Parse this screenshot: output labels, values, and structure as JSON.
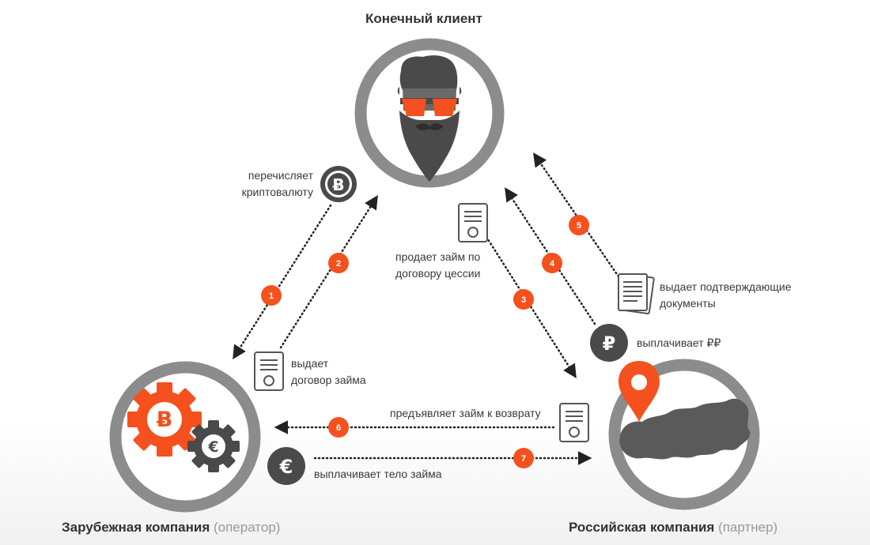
{
  "nodes": {
    "client": {
      "title": "Конечный клиент"
    },
    "foreign": {
      "title": "Зарубежная компания",
      "subtitle": "(оператор)"
    },
    "russian": {
      "title": "Российская компания",
      "subtitle": "(партнер)"
    }
  },
  "labels": {
    "transfers_crypto": [
      "перечисляет",
      "криптовалюту"
    ],
    "issues_loan_contract": [
      "выдает",
      "договор займа"
    ],
    "sells_loan": [
      "продает займ по",
      "договору цессии"
    ],
    "issues_documents": [
      "выдает подтверждающие",
      "документы"
    ],
    "pays_rubles": "выплачивает ₽₽",
    "presents_loan": "предъявляет займ к возврату",
    "pays_loan_body": "выплачивает тело займа"
  },
  "steps": [
    "1",
    "2",
    "3",
    "4",
    "5",
    "6",
    "7"
  ],
  "currency_icons": {
    "bitcoin": "Ƀ",
    "ruble": "₽",
    "euro": "€"
  },
  "colors": {
    "accent": "#f4511e",
    "ring": "#8c8c8c",
    "dark": "#4a4a4a",
    "arrow": "#222222"
  }
}
